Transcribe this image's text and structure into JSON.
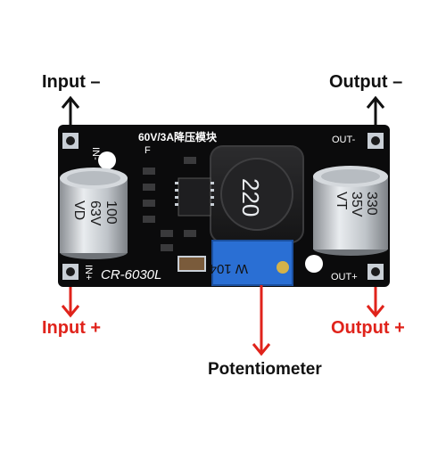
{
  "labels": {
    "input_minus": "Input –",
    "output_minus": "Output –",
    "input_plus": "Input +",
    "output_plus": "Output +",
    "potentiometer": "Potentiometer"
  },
  "board": {
    "title": "60V/3A降压模块",
    "model": "CR-6030L",
    "pin_in_minus": "IN-",
    "pin_in_plus": "IN+",
    "pin_out_minus": "OUT-",
    "pin_out_plus": "OUT+",
    "inductor_marking": "220",
    "input_cap": [
      "100",
      "63V",
      "VD"
    ],
    "output_cap": [
      "330",
      "35V",
      "VT"
    ],
    "pot_marking": "W 104",
    "small_mark": "F"
  },
  "colors": {
    "pcb": "#0b0b0c",
    "pad": "#c9cfd6",
    "arrow_red": "#e0231b",
    "arrow_black": "#111111",
    "pot_blue": "#2a6fd4"
  }
}
